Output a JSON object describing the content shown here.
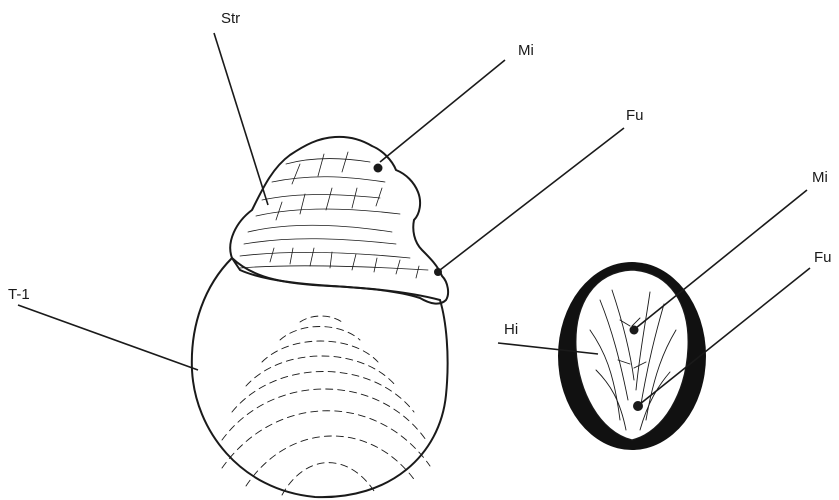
{
  "labels": {
    "str": "Str",
    "mi_left": "Mi",
    "fu_left": "Fu",
    "t1": "T-1",
    "mi_right": "Mi",
    "fu_right": "Fu",
    "hi": "Hi"
  }
}
